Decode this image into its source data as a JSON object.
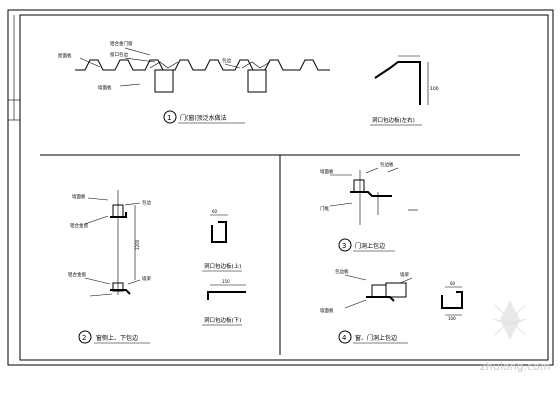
{
  "captions": {
    "d1": "门(窗)顶泛水做法",
    "d1_num": "1",
    "d1b": "洞口包边板(左右)",
    "d2": "窗侧上、下包边",
    "d2_num": "2",
    "d2a": "洞口包边板(上)",
    "d2b": "洞口包边板(下)",
    "d3": "门洞上包边",
    "d3_num": "3",
    "d4": "窗、门洞上包边",
    "d4_num": "4"
  },
  "labels": {
    "l1": "屋面板",
    "l2": "铝合金门窗",
    "l3": "窗口包边",
    "l4": "墙面板",
    "l5": "包边",
    "l6": "铝合金窗",
    "l7": "墙梁",
    "l8": "包边",
    "l9": "包边板",
    "l10": "墙面板",
    "l11": "门框",
    "l12": "墙面板",
    "l13": "包边板",
    "l14": "墙梁"
  },
  "dims": {
    "d1": "100",
    "d2": "60",
    "d3": "150",
    "d4": "60",
    "d5": "100"
  },
  "watermark": {
    "brand": "zhulong.com"
  }
}
